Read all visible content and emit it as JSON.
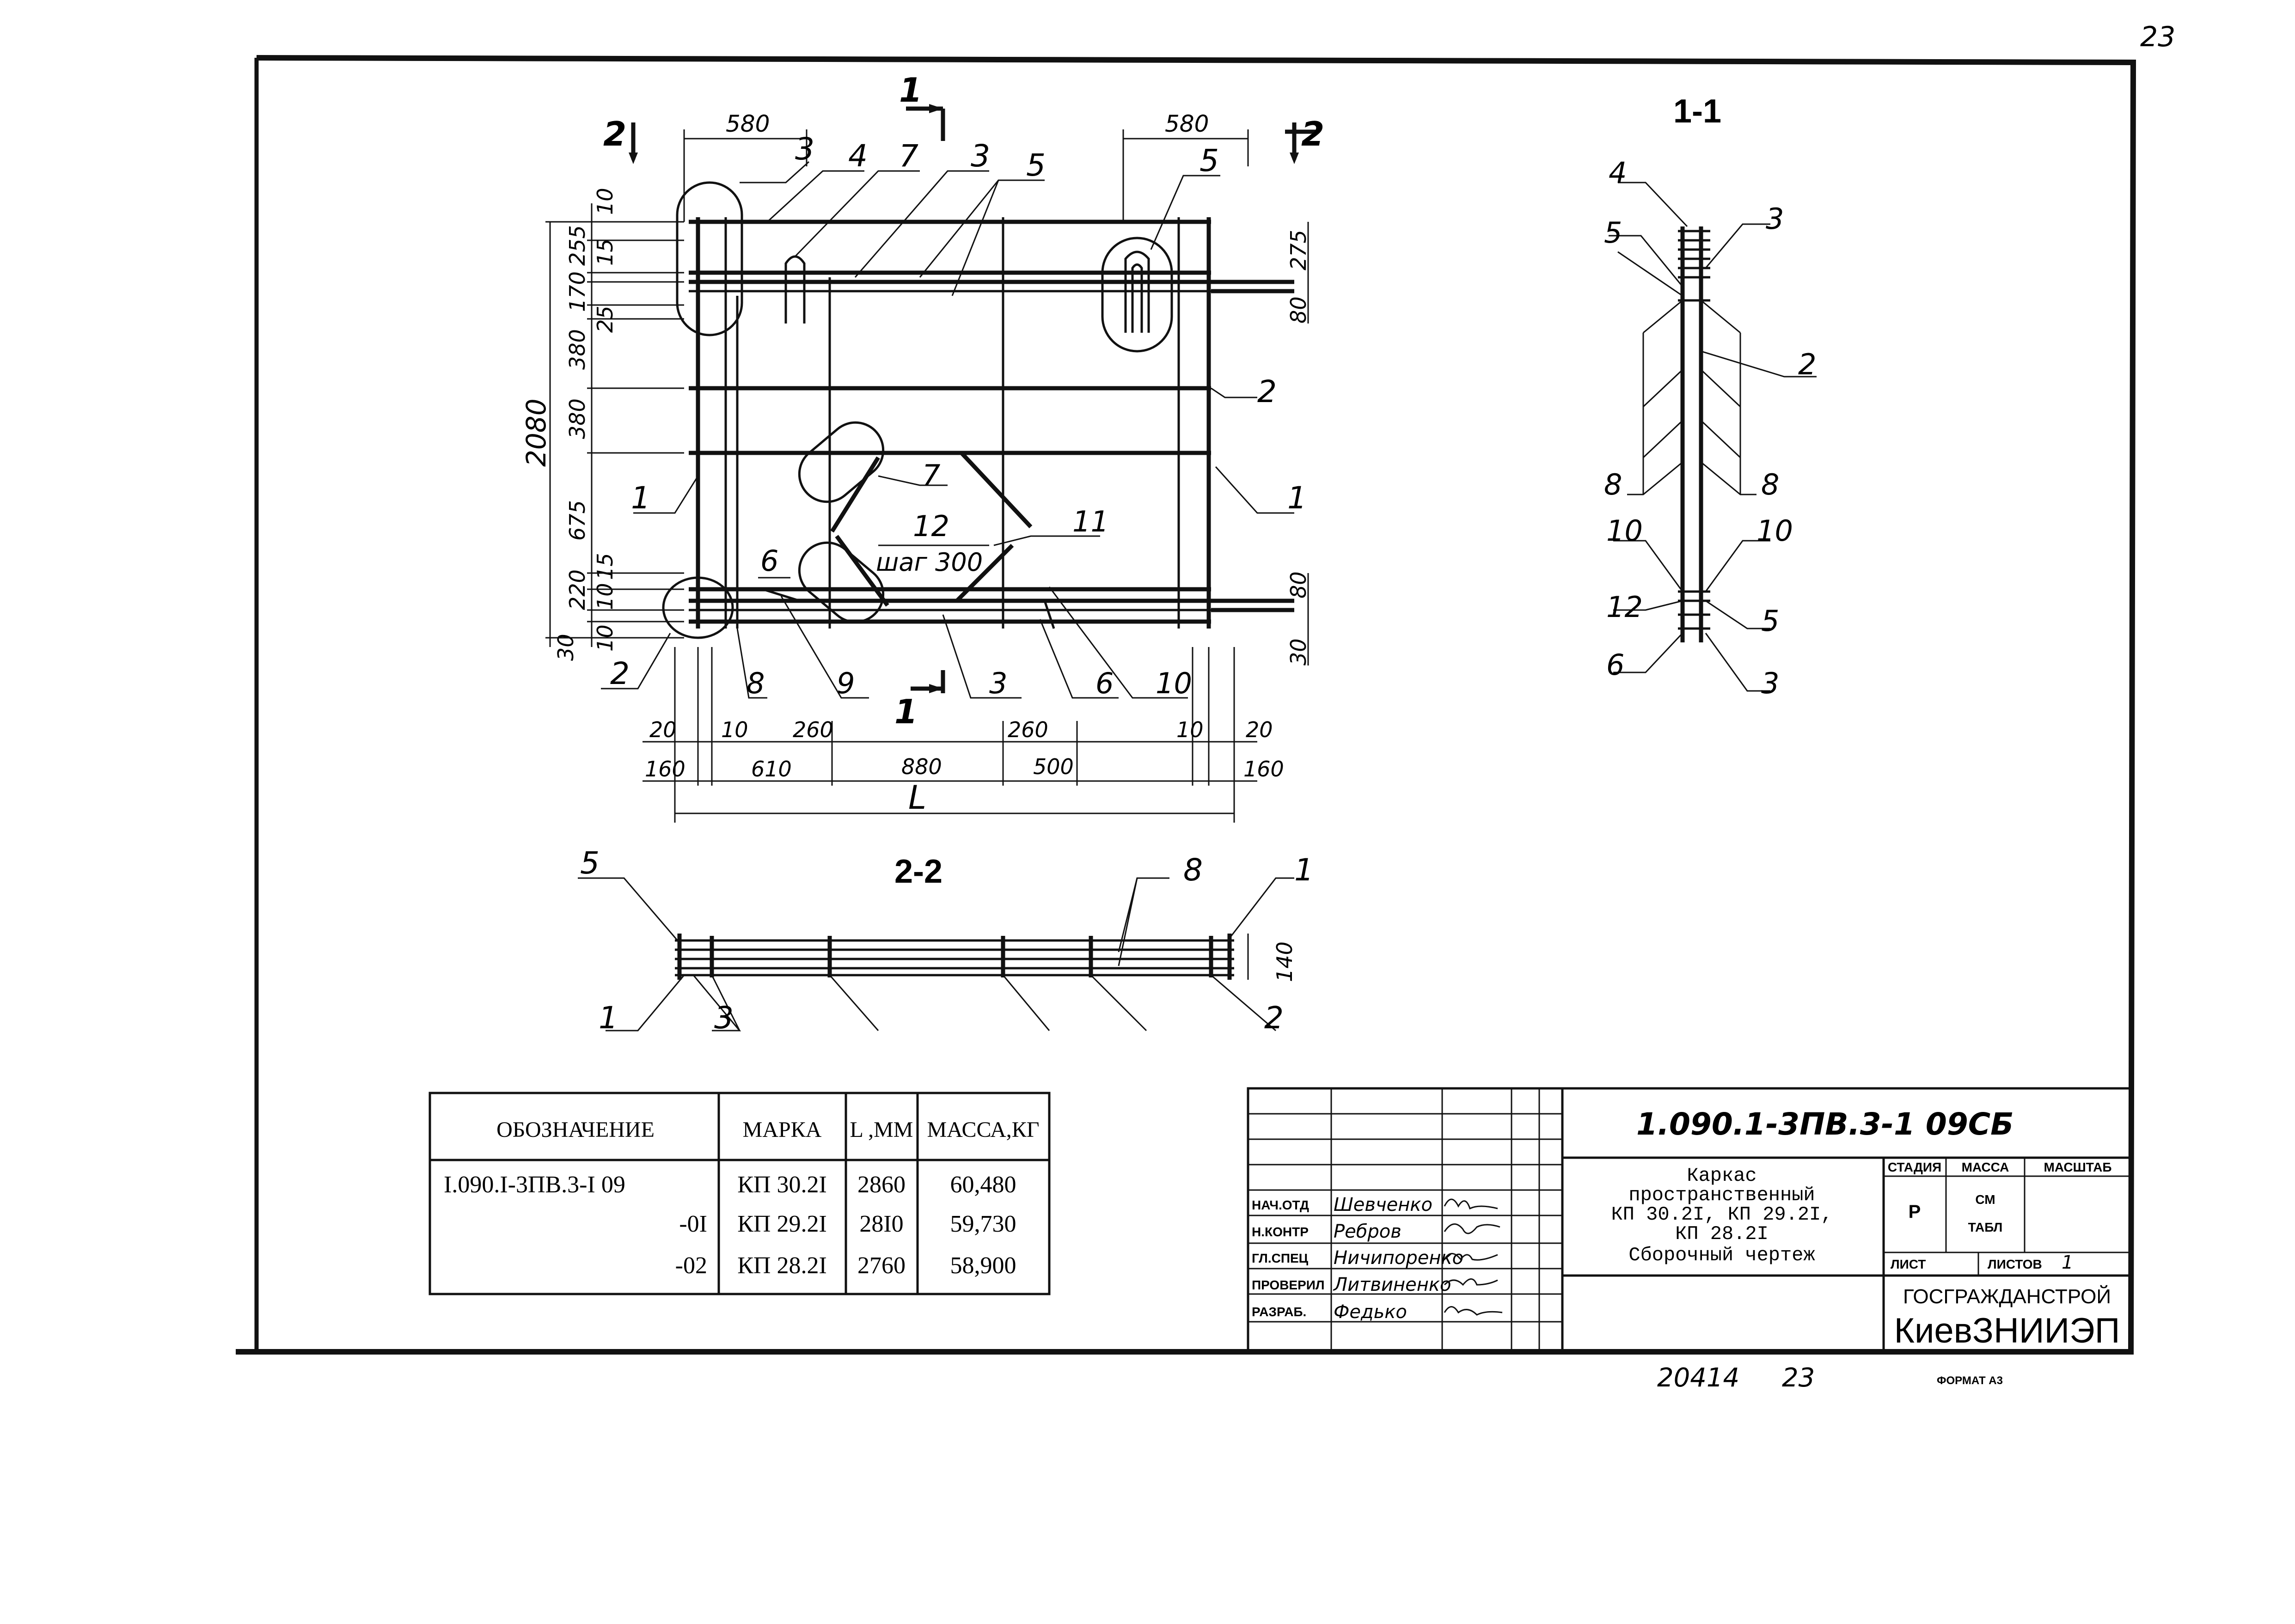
{
  "page_number": "23",
  "plan_view": {
    "section_marks": {
      "left": "2",
      "right": "2",
      "top": "1",
      "bottom": "1"
    },
    "dims_top": [
      "580",
      "580"
    ],
    "dims_left": [
      "10",
      "255",
      "15",
      "170",
      "25",
      "380",
      "380",
      "2080",
      "675",
      "15",
      "220",
      "10",
      "10",
      "30"
    ],
    "dims_right": [
      "275",
      "80",
      "80",
      "30"
    ],
    "dims_bottom_row1": [
      "20",
      "10",
      "260",
      "260",
      "10",
      "20"
    ],
    "dims_bottom_row2": [
      "160",
      "610",
      "880",
      "500",
      "160"
    ],
    "length_label": "L",
    "callouts_top": [
      "3",
      "4",
      "7",
      "3",
      "5",
      "5"
    ],
    "callouts_side": [
      "1",
      "1",
      "2",
      "2"
    ],
    "callouts_middle": [
      "7",
      "12",
      "11",
      "6"
    ],
    "step_label": "шаг 300",
    "callouts_bottom": [
      "8",
      "9",
      "3",
      "6",
      "10"
    ]
  },
  "section_1_1": {
    "title": "1-1",
    "labels_left": [
      "4",
      "5",
      "8",
      "10",
      "12",
      "6"
    ],
    "labels_right": [
      "3",
      "2",
      "8",
      "10",
      "5",
      "3"
    ]
  },
  "section_2_2": {
    "title": "2-2",
    "labels": [
      "5",
      "8",
      "1",
      "1",
      "3",
      "2"
    ],
    "dim": "140"
  },
  "spec_table": {
    "headers": [
      "ОБОЗНАЧЕНИЕ",
      "МАРКА",
      "L ,ММ",
      "МАССА,КГ"
    ],
    "rows": [
      [
        "I.090.I-3ПВ.3-I 09",
        "КП 30.2I",
        "2860",
        "60,480"
      ],
      [
        "-0I",
        "КП 29.2I",
        "28I0",
        "59,730"
      ],
      [
        "-02",
        "КП 28.2I",
        "2760",
        "58,900"
      ]
    ]
  },
  "title_block": {
    "doc_code": "1.090.1-3ПВ.3-1   09СБ",
    "description": [
      "Каркас",
      "пространственный",
      "КП 30.2I, КП 29.2I,",
      "КП 28.2I",
      "Сборочный чертеж"
    ],
    "stage_header": "СТАДИЯ",
    "mass_header": "МАССА",
    "scale_header": "МАСШТАБ",
    "stage_value": "Р",
    "mass_value_1": "СМ",
    "mass_value_2": "ТАБЛ",
    "sheet_label": "ЛИСТ",
    "sheets_label": "ЛИСТОВ",
    "sheets_value": "1",
    "org1": "ГОСГРАЖДАНСТРОЙ",
    "org2": "КиевЗНИИЭП",
    "roles": [
      "НАЧ.ОТД",
      "Н.КОНТР",
      "ГЛ.СПЕЦ",
      "ПРОВЕРИЛ",
      "РАЗРАБ."
    ],
    "names": [
      "Шевченко",
      "Ребров",
      "Ничипоренко",
      "Литвиненко",
      "Федько"
    ]
  },
  "footer": {
    "code": "20414",
    "page": "23",
    "format": "ФОРМАТ А3"
  }
}
